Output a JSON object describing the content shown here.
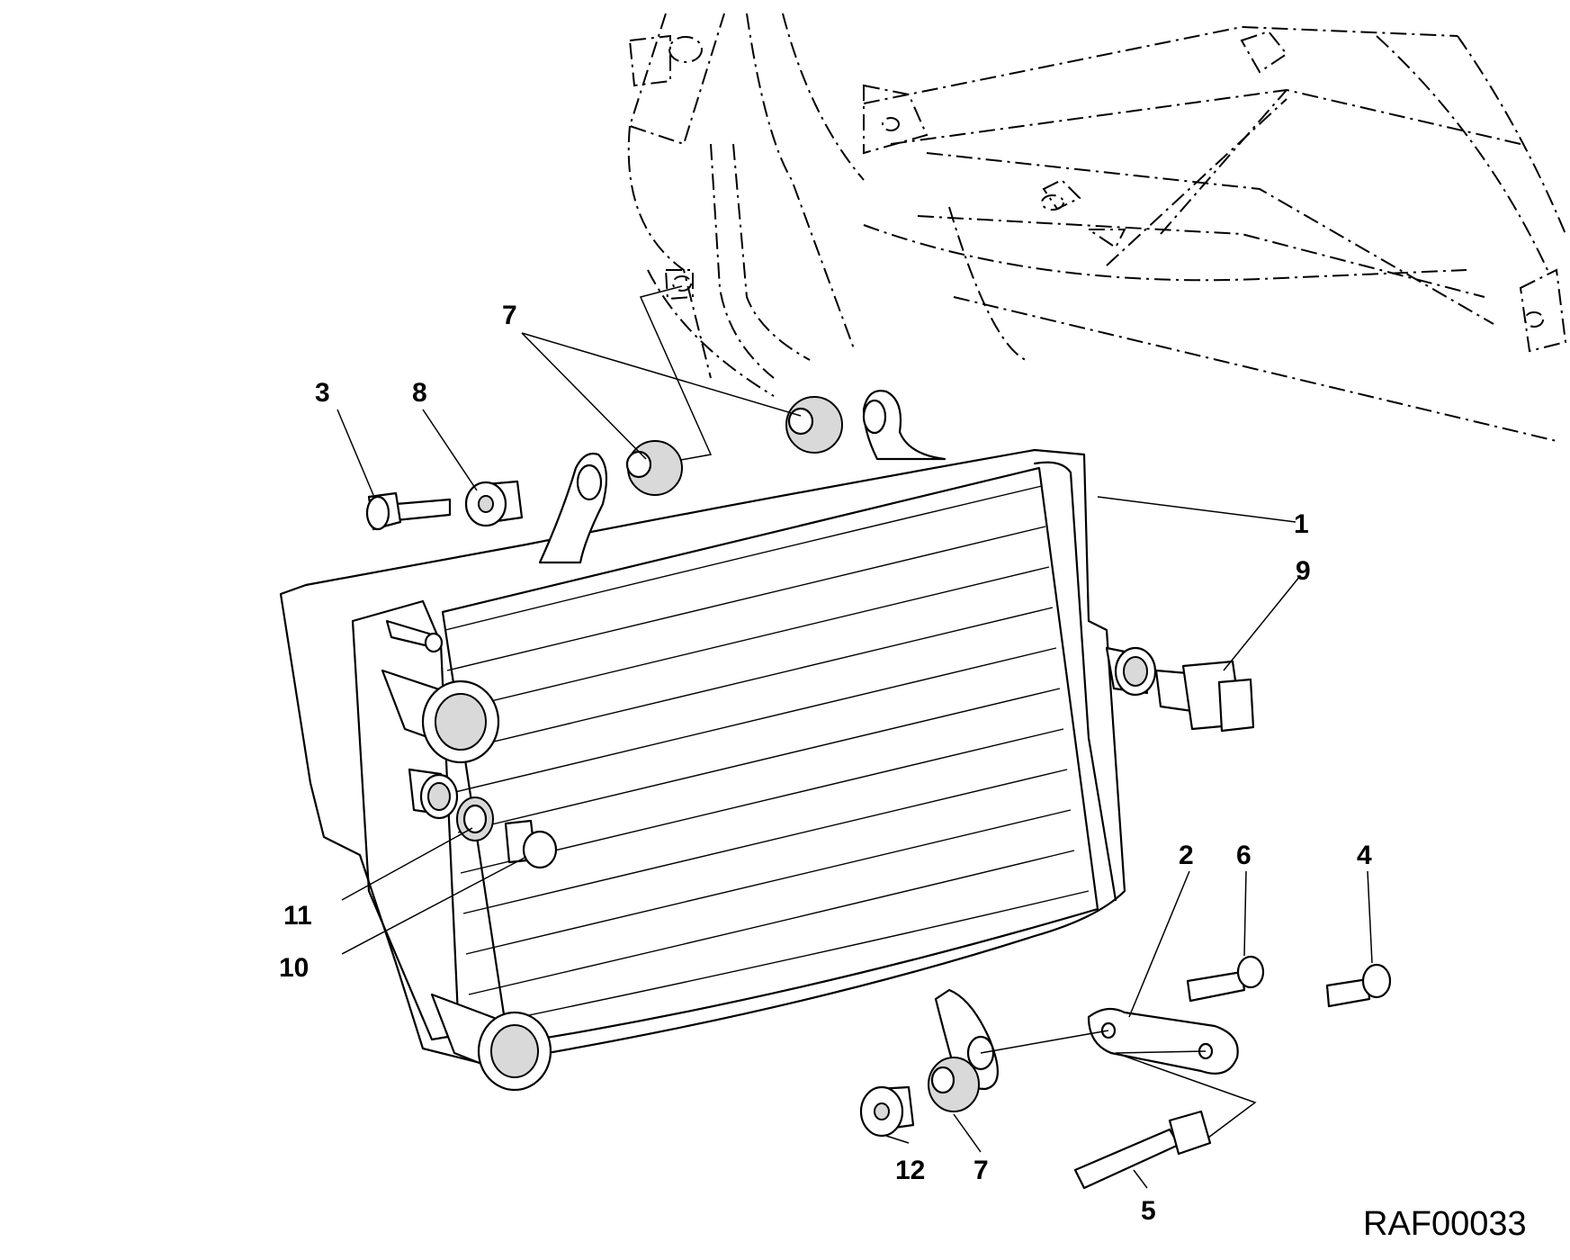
{
  "diagram": {
    "reference_code": "RAF00033",
    "callouts": [
      {
        "id": "c1",
        "label": "1"
      },
      {
        "id": "c2",
        "label": "2"
      },
      {
        "id": "c3",
        "label": "3"
      },
      {
        "id": "c4",
        "label": "4"
      },
      {
        "id": "c5",
        "label": "5"
      },
      {
        "id": "c6",
        "label": "6"
      },
      {
        "id": "c7a",
        "label": "7"
      },
      {
        "id": "c7b",
        "label": "7"
      },
      {
        "id": "c8",
        "label": "8"
      },
      {
        "id": "c9",
        "label": "9"
      },
      {
        "id": "c10",
        "label": "10"
      },
      {
        "id": "c11",
        "label": "11"
      },
      {
        "id": "c12",
        "label": "12"
      }
    ]
  }
}
